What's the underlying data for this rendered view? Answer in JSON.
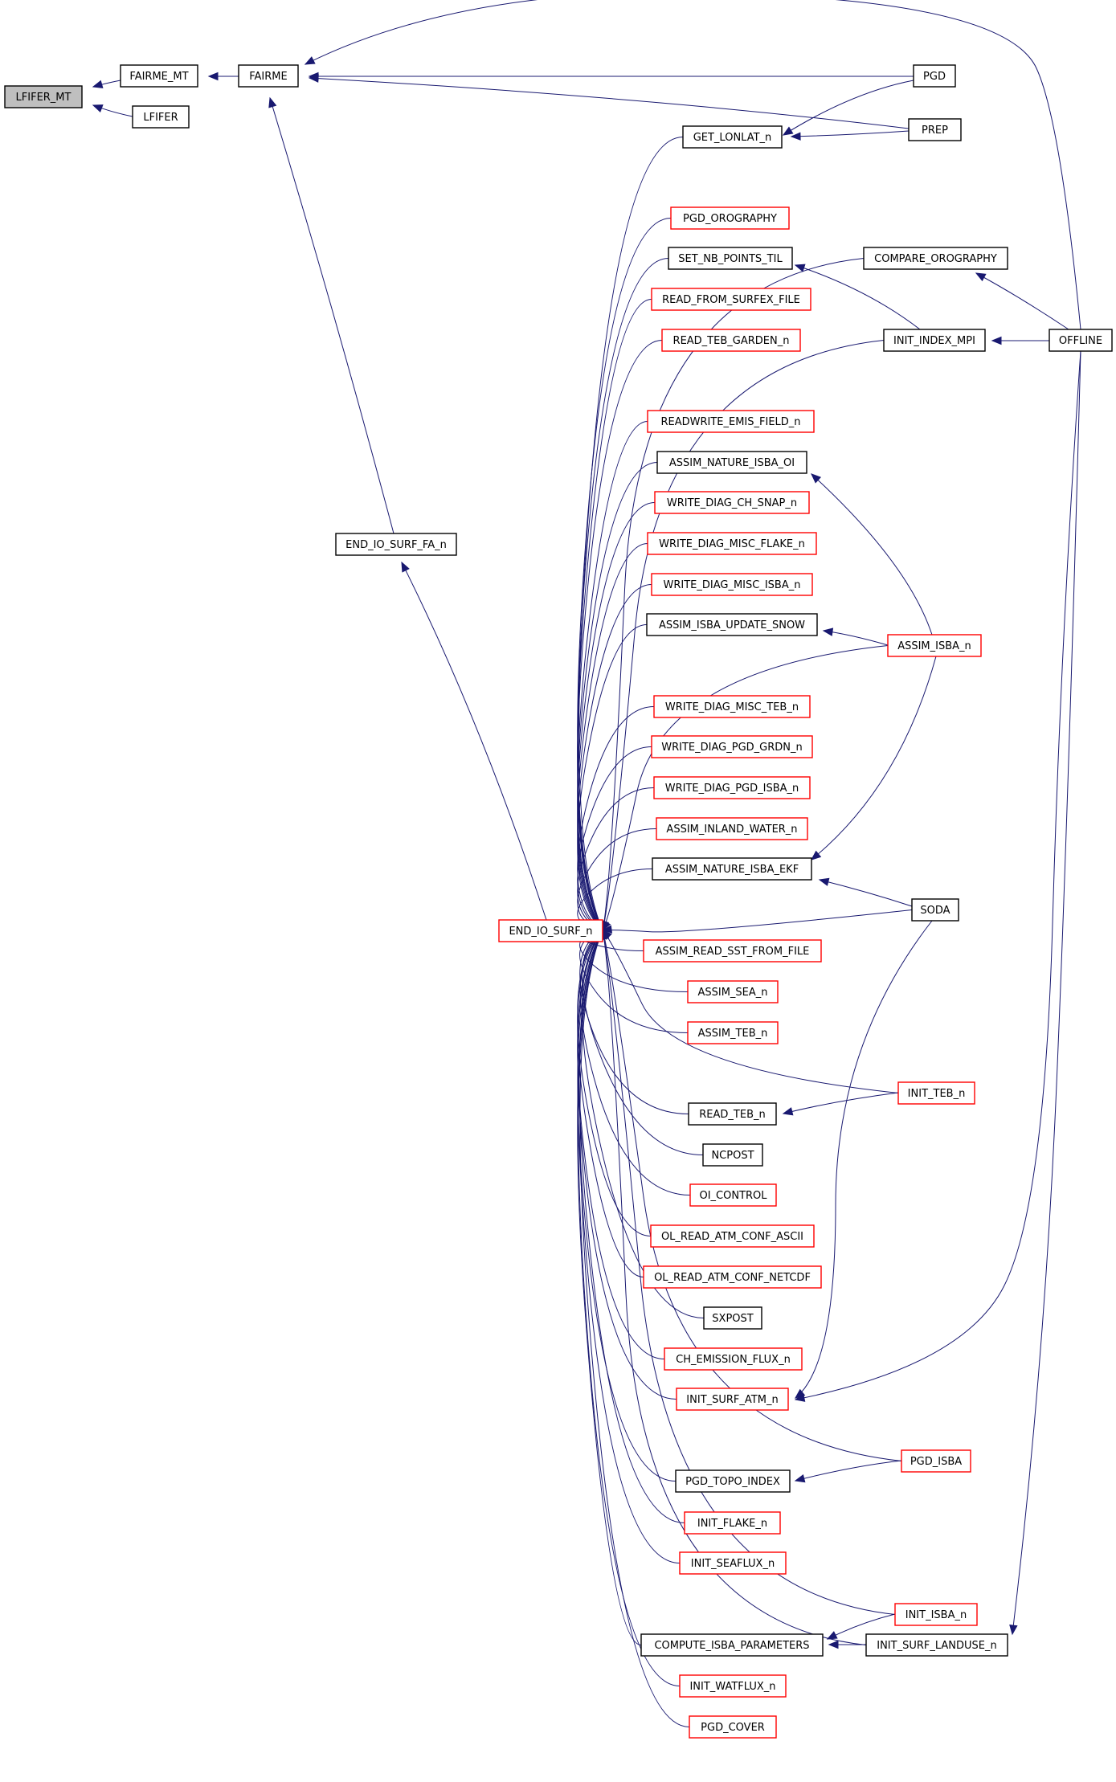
{
  "title": "",
  "colors": {
    "edge": "#191970",
    "node_border_normal": "#000000",
    "node_border_truncated": "#ff0000",
    "node_fill_normal": "#ffffff",
    "node_fill_selected": "#bfbfbf"
  },
  "nodes": [
    {
      "id": "lfifer_mt",
      "label": "LFIFER_MT",
      "style": "selected"
    },
    {
      "id": "fairme_mt",
      "label": "FAIRME_MT",
      "style": "normal"
    },
    {
      "id": "lfifer",
      "label": "LFIFER",
      "style": "normal"
    },
    {
      "id": "fairme",
      "label": "FAIRME",
      "style": "normal"
    },
    {
      "id": "pgd",
      "label": "PGD",
      "style": "normal"
    },
    {
      "id": "prep",
      "label": "PREP",
      "style": "normal"
    },
    {
      "id": "get_lonlat_n",
      "label": "GET_LONLAT_n",
      "style": "normal"
    },
    {
      "id": "pgd_orography",
      "label": "PGD_OROGRAPHY",
      "style": "truncated"
    },
    {
      "id": "set_nb_points_til",
      "label": "SET_NB_POINTS_TIL",
      "style": "normal"
    },
    {
      "id": "compare_orography",
      "label": "COMPARE_OROGRAPHY",
      "style": "normal"
    },
    {
      "id": "read_from_surfex_file",
      "label": "READ_FROM_SURFEX_FILE",
      "style": "truncated"
    },
    {
      "id": "read_teb_garden_n",
      "label": "READ_TEB_GARDEN_n",
      "style": "truncated"
    },
    {
      "id": "init_index_mpi",
      "label": "INIT_INDEX_MPI",
      "style": "normal"
    },
    {
      "id": "offline",
      "label": "OFFLINE",
      "style": "normal"
    },
    {
      "id": "readwrite_emis_field_n",
      "label": "READWRITE_EMIS_FIELD_n",
      "style": "truncated"
    },
    {
      "id": "assim_nature_isba_oi",
      "label": "ASSIM_NATURE_ISBA_OI",
      "style": "normal"
    },
    {
      "id": "write_diag_ch_snap_n",
      "label": "WRITE_DIAG_CH_SNAP_n",
      "style": "truncated"
    },
    {
      "id": "end_io_surf_fa_n",
      "label": "END_IO_SURF_FA_n",
      "style": "normal"
    },
    {
      "id": "write_diag_misc_flake_n",
      "label": "WRITE_DIAG_MISC_FLAKE_n",
      "style": "truncated"
    },
    {
      "id": "write_diag_misc_isba_n",
      "label": "WRITE_DIAG_MISC_ISBA_n",
      "style": "truncated"
    },
    {
      "id": "assim_isba_update_snow",
      "label": "ASSIM_ISBA_UPDATE_SNOW",
      "style": "normal"
    },
    {
      "id": "assim_isba_n",
      "label": "ASSIM_ISBA_n",
      "style": "truncated"
    },
    {
      "id": "write_diag_misc_teb_n",
      "label": "WRITE_DIAG_MISC_TEB_n",
      "style": "truncated"
    },
    {
      "id": "write_diag_pgd_grdn_n",
      "label": "WRITE_DIAG_PGD_GRDN_n",
      "style": "truncated"
    },
    {
      "id": "write_diag_pgd_isba_n",
      "label": "WRITE_DIAG_PGD_ISBA_n",
      "style": "truncated"
    },
    {
      "id": "assim_inland_water_n",
      "label": "ASSIM_INLAND_WATER_n",
      "style": "truncated"
    },
    {
      "id": "assim_nature_isba_ekf",
      "label": "ASSIM_NATURE_ISBA_EKF",
      "style": "normal"
    },
    {
      "id": "soda",
      "label": "SODA",
      "style": "normal"
    },
    {
      "id": "end_io_surf_n",
      "label": "END_IO_SURF_n",
      "style": "truncated"
    },
    {
      "id": "assim_read_sst_from_file",
      "label": "ASSIM_READ_SST_FROM_FILE",
      "style": "truncated"
    },
    {
      "id": "assim_sea_n",
      "label": "ASSIM_SEA_n",
      "style": "truncated"
    },
    {
      "id": "assim_teb_n",
      "label": "ASSIM_TEB_n",
      "style": "truncated"
    },
    {
      "id": "init_teb_n",
      "label": "INIT_TEB_n",
      "style": "truncated"
    },
    {
      "id": "read_teb_n",
      "label": "READ_TEB_n",
      "style": "normal"
    },
    {
      "id": "ncpost",
      "label": "NCPOST",
      "style": "normal"
    },
    {
      "id": "oi_control",
      "label": "OI_CONTROL",
      "style": "truncated"
    },
    {
      "id": "ol_read_atm_conf_ascii",
      "label": "OL_READ_ATM_CONF_ASCII",
      "style": "truncated"
    },
    {
      "id": "ol_read_atm_conf_netcdf",
      "label": "OL_READ_ATM_CONF_NETCDF",
      "style": "truncated"
    },
    {
      "id": "sxpost",
      "label": "SXPOST",
      "style": "normal"
    },
    {
      "id": "ch_emission_flux_n",
      "label": "CH_EMISSION_FLUX_n",
      "style": "truncated"
    },
    {
      "id": "init_surf_atm_n",
      "label": "INIT_SURF_ATM_n",
      "style": "truncated"
    },
    {
      "id": "pgd_isba",
      "label": "PGD_ISBA",
      "style": "truncated"
    },
    {
      "id": "pgd_topo_index",
      "label": "PGD_TOPO_INDEX",
      "style": "normal"
    },
    {
      "id": "init_flake_n",
      "label": "INIT_FLAKE_n",
      "style": "truncated"
    },
    {
      "id": "init_seaflux_n",
      "label": "INIT_SEAFLUX_n",
      "style": "truncated"
    },
    {
      "id": "init_isba_n",
      "label": "INIT_ISBA_n",
      "style": "truncated"
    },
    {
      "id": "compute_isba_parameters",
      "label": "COMPUTE_ISBA_PARAMETERS",
      "style": "normal"
    },
    {
      "id": "init_surf_landuse_n",
      "label": "INIT_SURF_LANDUSE_n",
      "style": "normal"
    },
    {
      "id": "init_watflux_n",
      "label": "INIT_WATFLUX_n",
      "style": "truncated"
    },
    {
      "id": "pgd_cover",
      "label": "PGD_COVER",
      "style": "truncated"
    }
  ],
  "edges": [
    [
      "fairme_mt",
      "lfifer_mt"
    ],
    [
      "lfifer",
      "lfifer_mt"
    ],
    [
      "fairme",
      "fairme_mt"
    ],
    [
      "offline",
      "fairme"
    ],
    [
      "pgd",
      "fairme"
    ],
    [
      "prep",
      "fairme"
    ],
    [
      "end_io_surf_fa_n",
      "fairme"
    ],
    [
      "pgd",
      "get_lonlat_n"
    ],
    [
      "prep",
      "get_lonlat_n"
    ],
    [
      "init_index_mpi",
      "set_nb_points_til"
    ],
    [
      "offline",
      "init_index_mpi"
    ],
    [
      "offline",
      "compare_orography"
    ],
    [
      "assim_isba_n",
      "assim_nature_isba_oi"
    ],
    [
      "assim_isba_n",
      "assim_isba_update_snow"
    ],
    [
      "assim_isba_n",
      "assim_nature_isba_ekf"
    ],
    [
      "soda",
      "assim_nature_isba_ekf"
    ],
    [
      "init_teb_n",
      "read_teb_n"
    ],
    [
      "soda",
      "init_surf_atm_n"
    ],
    [
      "offline",
      "init_surf_atm_n"
    ],
    [
      "pgd_isba",
      "pgd_topo_index"
    ],
    [
      "init_isba_n",
      "compute_isba_parameters"
    ],
    [
      "init_surf_landuse_n",
      "compute_isba_parameters"
    ],
    [
      "offline",
      "init_surf_landuse_n"
    ],
    [
      "end_io_surf_n",
      "end_io_surf_fa_n"
    ],
    [
      "get_lonlat_n",
      "end_io_surf_n"
    ],
    [
      "compare_orography",
      "end_io_surf_n"
    ],
    [
      "pgd_orography",
      "end_io_surf_n"
    ],
    [
      "set_nb_points_til",
      "end_io_surf_n"
    ],
    [
      "read_from_surfex_file",
      "end_io_surf_n"
    ],
    [
      "read_teb_garden_n",
      "end_io_surf_n"
    ],
    [
      "init_index_mpi",
      "end_io_surf_n"
    ],
    [
      "readwrite_emis_field_n",
      "end_io_surf_n"
    ],
    [
      "assim_nature_isba_oi",
      "end_io_surf_n"
    ],
    [
      "write_diag_ch_snap_n",
      "end_io_surf_n"
    ],
    [
      "write_diag_misc_flake_n",
      "end_io_surf_n"
    ],
    [
      "write_diag_misc_isba_n",
      "end_io_surf_n"
    ],
    [
      "assim_isba_update_snow",
      "end_io_surf_n"
    ],
    [
      "assim_isba_n",
      "end_io_surf_n"
    ],
    [
      "write_diag_misc_teb_n",
      "end_io_surf_n"
    ],
    [
      "write_diag_pgd_grdn_n",
      "end_io_surf_n"
    ],
    [
      "write_diag_pgd_isba_n",
      "end_io_surf_n"
    ],
    [
      "assim_inland_water_n",
      "end_io_surf_n"
    ],
    [
      "assim_nature_isba_ekf",
      "end_io_surf_n"
    ],
    [
      "soda",
      "end_io_surf_n"
    ],
    [
      "assim_read_sst_from_file",
      "end_io_surf_n"
    ],
    [
      "assim_sea_n",
      "end_io_surf_n"
    ],
    [
      "assim_teb_n",
      "end_io_surf_n"
    ],
    [
      "init_teb_n",
      "end_io_surf_n"
    ],
    [
      "read_teb_n",
      "end_io_surf_n"
    ],
    [
      "ncpost",
      "end_io_surf_n"
    ],
    [
      "oi_control",
      "end_io_surf_n"
    ],
    [
      "ol_read_atm_conf_ascii",
      "end_io_surf_n"
    ],
    [
      "ol_read_atm_conf_netcdf",
      "end_io_surf_n"
    ],
    [
      "sxpost",
      "end_io_surf_n"
    ],
    [
      "ch_emission_flux_n",
      "end_io_surf_n"
    ],
    [
      "init_surf_atm_n",
      "end_io_surf_n"
    ],
    [
      "pgd_isba",
      "end_io_surf_n"
    ],
    [
      "pgd_topo_index",
      "end_io_surf_n"
    ],
    [
      "init_flake_n",
      "end_io_surf_n"
    ],
    [
      "init_seaflux_n",
      "end_io_surf_n"
    ],
    [
      "init_isba_n",
      "end_io_surf_n"
    ],
    [
      "compute_isba_parameters",
      "end_io_surf_n"
    ],
    [
      "init_watflux_n",
      "end_io_surf_n"
    ],
    [
      "pgd_cover",
      "end_io_surf_n"
    ],
    [
      "init_surf_landuse_n",
      "end_io_surf_n"
    ]
  ]
}
